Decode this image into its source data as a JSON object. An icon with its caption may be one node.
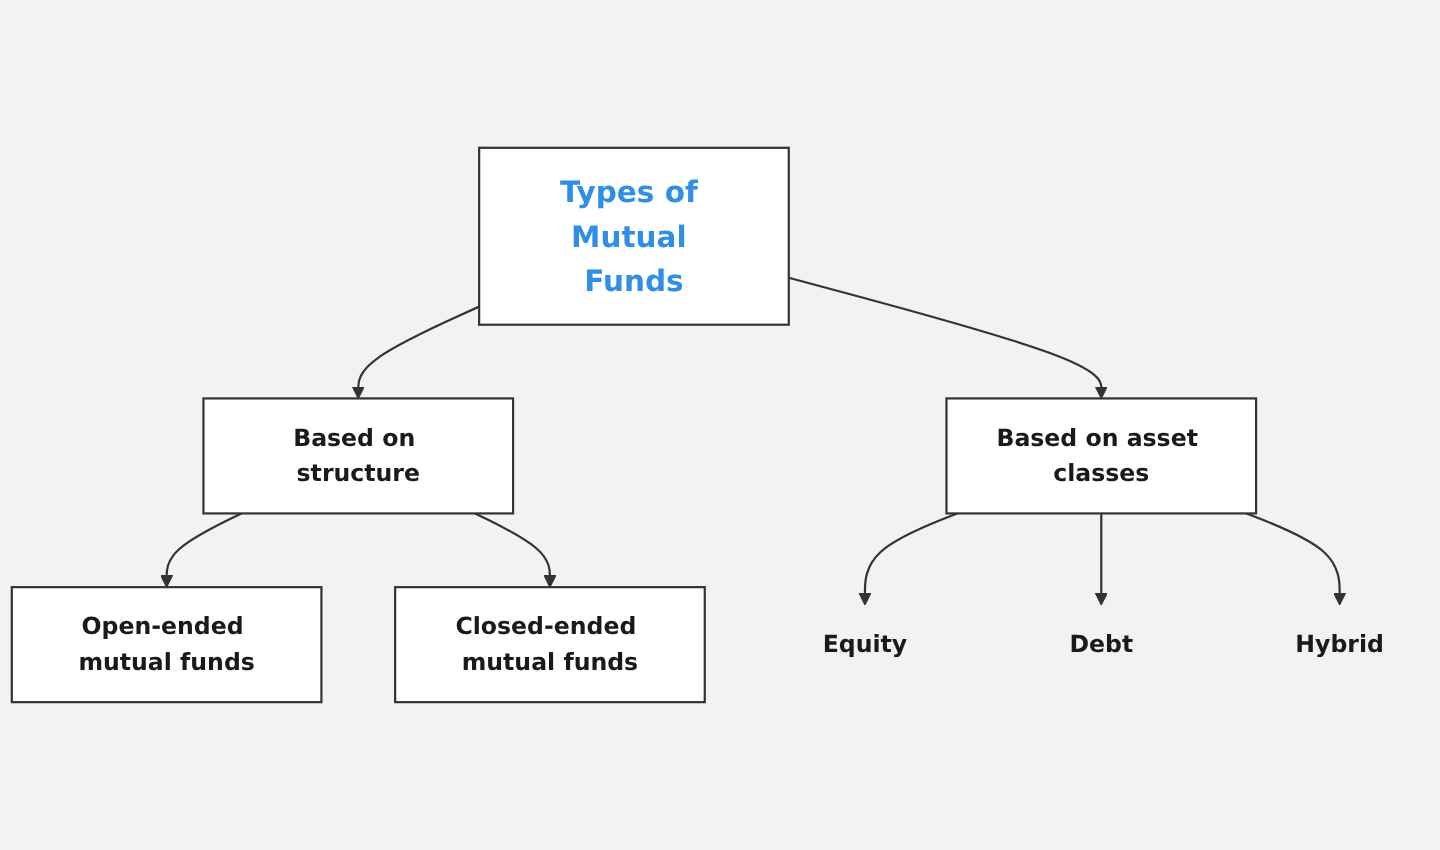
{
  "diagram": {
    "nodes": [
      {
        "text": [
          "Types of Mutual Funds"
        ]
      },
      {
        "text": [
          "Based on structure"
        ]
      },
      {
        "text": [
          "Based on asset classes"
        ]
      },
      {
        "text": [
          "Open-ended mutual funds"
        ]
      },
      {
        "text": [
          "Closed-ended mutual funds"
        ]
      },
      {
        "text": [
          "Equity"
        ]
      },
      {
        "text": [
          "Debt"
        ]
      },
      {
        "text": [
          "Hybrid"
        ]
      }
    ],
    "edges": [
      {
        "from": 0,
        "to": 1,
        "arrow": "to"
      },
      {
        "from": 0,
        "to": 2,
        "arrow": "to"
      },
      {
        "from": 1,
        "to": 3,
        "arrow": "to"
      },
      {
        "from": 1,
        "to": 4,
        "arrow": "to"
      },
      {
        "from": 2,
        "to": 5,
        "arrow": "to"
      },
      {
        "from": 2,
        "to": 6,
        "arrow": "to"
      },
      {
        "from": 2,
        "to": 7,
        "arrow": "to"
      }
    ]
  }
}
